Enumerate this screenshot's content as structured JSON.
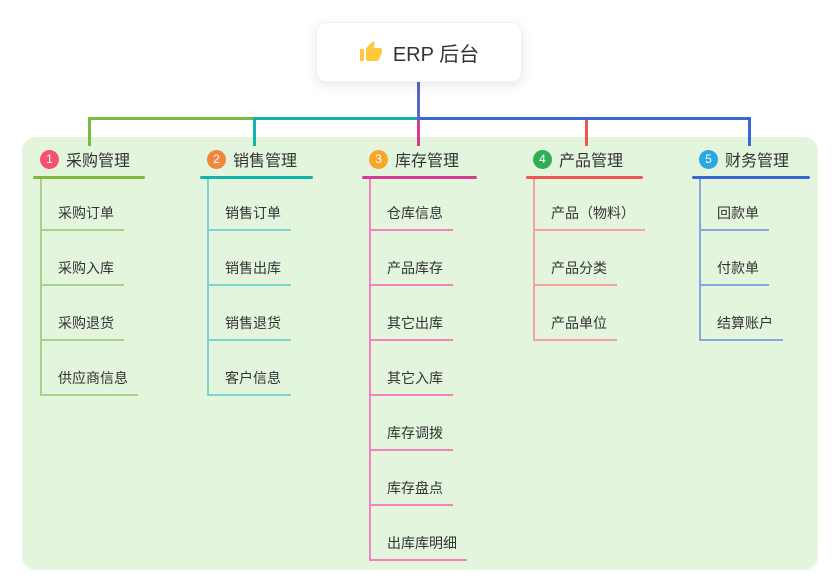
{
  "root_node": {
    "icon": "thumbs-up",
    "label": "ERP 后台"
  },
  "colors": {
    "panel_bg": "#E4F5DD",
    "trunk": "#5868C5",
    "root_bg": "#FFFFFF",
    "node_text": "#333333",
    "emoji_yellow": "#FFC83D"
  },
  "branches": [
    {
      "number": "1",
      "label": "采购管理",
      "badge_color": "#F4516C",
      "line_color": "#7CB93E",
      "child_line_color": "#A9D289",
      "children": [
        "采购订单",
        "采购入库",
        "采购退货",
        "供应商信息"
      ]
    },
    {
      "number": "2",
      "label": "销售管理",
      "badge_color": "#F2863C",
      "line_color": "#14B3A9",
      "child_line_color": "#7BD7CD",
      "children": [
        "销售订单",
        "销售出库",
        "销售退货",
        "客户信息"
      ]
    },
    {
      "number": "3",
      "label": "库存管理",
      "badge_color": "#F9A72B",
      "line_color": "#D63A92",
      "child_line_color": "#F183C1",
      "children": [
        "仓库信息",
        "产品库存",
        "其它出库",
        "其它入库",
        "库存调拨",
        "库存盘点",
        "出库库明细"
      ]
    },
    {
      "number": "4",
      "label": "产品管理",
      "badge_color": "#2FAF54",
      "line_color": "#F25454",
      "child_line_color": "#F7A29D",
      "children": [
        "产品（物料）",
        "产品分类",
        "产品单位"
      ]
    },
    {
      "number": "5",
      "label": "财务管理",
      "badge_color": "#29A9DE",
      "line_color": "#3A67D3",
      "child_line_color": "#8CA4DF",
      "children": [
        "回款单",
        "付款单",
        "结算账户"
      ]
    }
  ]
}
